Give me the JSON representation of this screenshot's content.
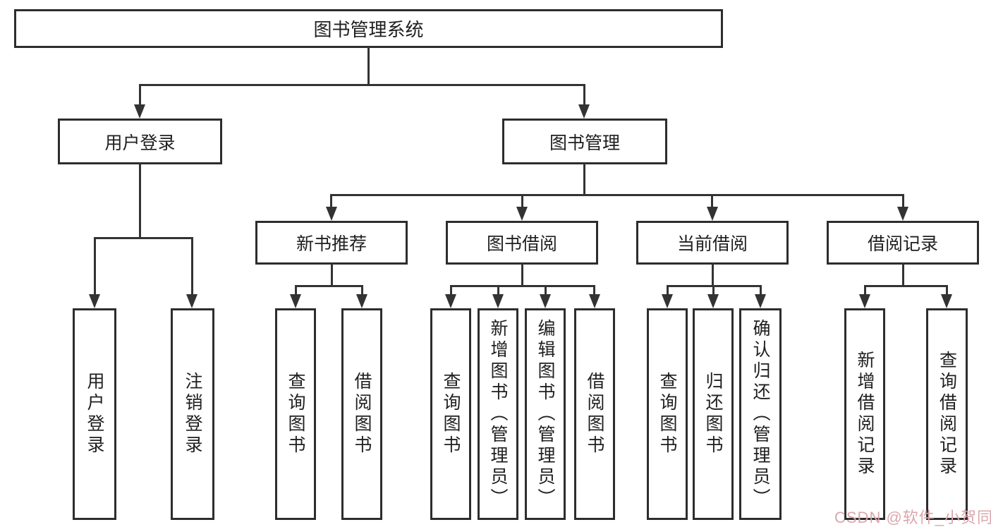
{
  "tree": {
    "root": {
      "label": "图书管理系统"
    },
    "branches": [
      {
        "label": "用户登录",
        "children": [
          {
            "label": "用户登录"
          },
          {
            "label": "注销登录"
          }
        ]
      },
      {
        "label": "图书管理",
        "children": [
          {
            "label": "新书推荐",
            "children": [
              {
                "label": "查询图书"
              },
              {
                "label": "借阅图书"
              }
            ]
          },
          {
            "label": "图书借阅",
            "children": [
              {
                "label": "查询图书"
              },
              {
                "label": "新增图书（管理员）"
              },
              {
                "label": "编辑图书（管理员）"
              },
              {
                "label": "借阅图书"
              }
            ]
          },
          {
            "label": "当前借阅",
            "children": [
              {
                "label": "查询图书"
              },
              {
                "label": "归还图书"
              },
              {
                "label": "确认归还（管理员）"
              }
            ]
          },
          {
            "label": "借阅记录",
            "children": [
              {
                "label": "新增借阅记录"
              },
              {
                "label": "查询借阅记录"
              }
            ]
          }
        ]
      }
    ]
  },
  "watermark": {
    "text": "CSDN @软件_小贺同学"
  },
  "colors": {
    "line": "#333333",
    "border": "#2d2d2d",
    "text": "#1f1f1f",
    "background": "#ffffff",
    "watermark": "#dba6ae"
  }
}
